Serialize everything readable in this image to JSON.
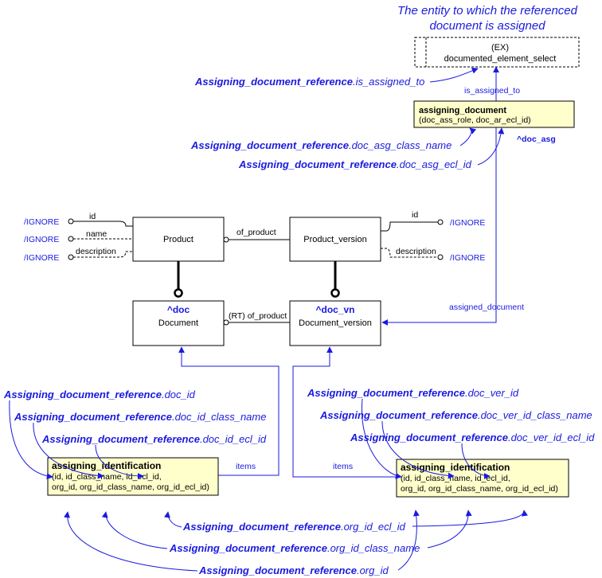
{
  "title_lines": [
    "The entity to which the referenced",
    "document is assigned"
  ],
  "ex_box": {
    "line1": "(EX)",
    "line2": "documented_element_select"
  },
  "labels": {
    "is_assigned_to": "is_assigned_to",
    "doc_asg_tag": "^doc_asg",
    "assigned_document": "assigned_document",
    "of_product": "of_product",
    "rt_of_product": "(RT) of_product",
    "items_left": "items",
    "items_right": "items",
    "id_left": "id",
    "name_left": "name",
    "description_left": "description",
    "id_right": "id",
    "description_right": "description"
  },
  "ignore": {
    "l1": "/IGNORE",
    "l2": "/IGNORE",
    "l3": "/IGNORE",
    "r1": "/IGNORE",
    "r2": "/IGNORE"
  },
  "assigning_document": {
    "title": "assigning_document",
    "attrs": "(doc_ass_role, doc_ar_ecl_id)"
  },
  "entities": {
    "product": "Product",
    "product_version": "Product_version",
    "document_tag": "^doc",
    "document": "Document",
    "docver_tag": "^doc_vn",
    "document_version": "Document_version"
  },
  "aid_left": {
    "title": "assigning_identification",
    "line1": "(id, id_class_name, id_ecl_id,",
    "line2": "org_id, org_id_class_name, org_id_ecl_id)"
  },
  "aid_right": {
    "title": "assigning_identification",
    "line1": "(id, id_class_name, id_ecl_id,",
    "line2": "org_id, org_id_class_name, org_id_ecl_id)"
  },
  "refs": {
    "prefix": "Assigning_document_reference",
    "is_assigned_to": ".is_assigned_to",
    "doc_asg_class_name": ".doc_asg_class_name",
    "doc_asg_ecl_id": ".doc_asg_ecl_id",
    "doc_id": ".doc_id",
    "doc_id_class_name": ".doc_id_class_name",
    "doc_id_ecl_id": ".doc_id_ecl_id",
    "doc_ver_id": ".doc_ver_id",
    "doc_ver_id_class_name": ".doc_ver_id_class_name",
    "doc_ver_id_ecl_id": ".doc_ver_id_ecl_id",
    "org_id_ecl_id": ".org_id_ecl_id",
    "org_id_class_name": ".org_id_class_name",
    "org_id": ".org_id"
  },
  "colors": {
    "blue": "#1a1adf",
    "note_fill": "#ffffcc",
    "line": "#000000"
  }
}
